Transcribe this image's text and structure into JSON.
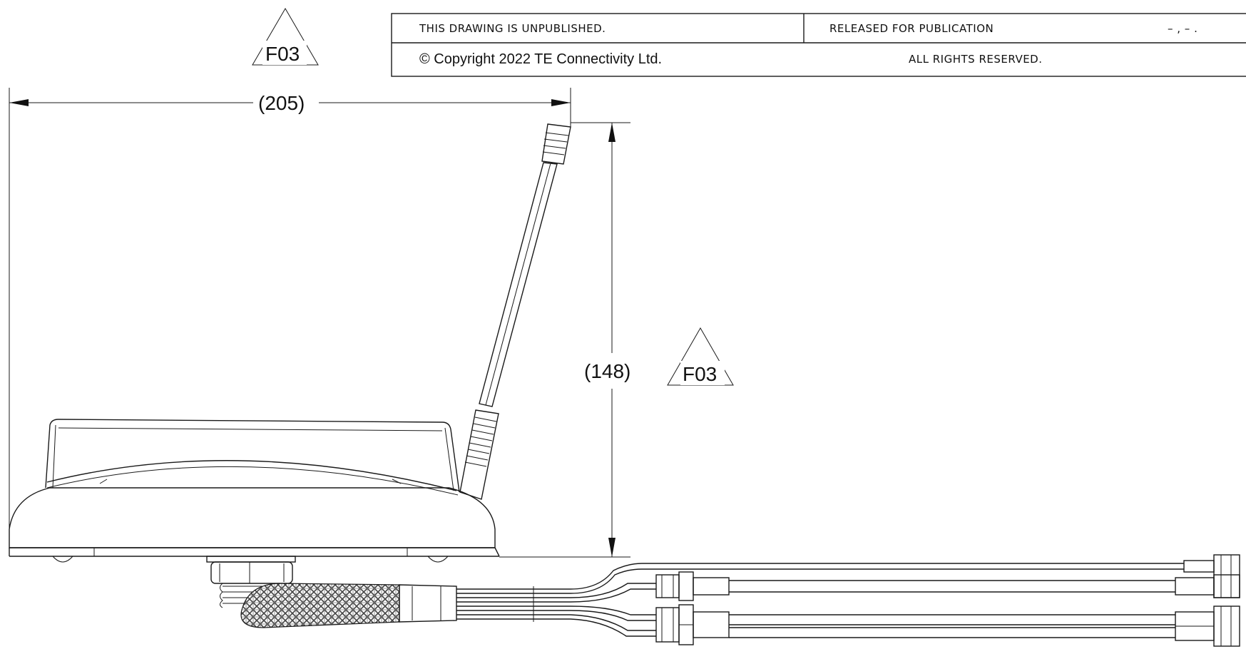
{
  "title_block": {
    "unpublished": "THIS DRAWING IS UNPUBLISHED.",
    "released": "RELEASED FOR PUBLICATION",
    "released_value": "– , –    .",
    "copyright": "© Copyright 2022   TE Connectivity Ltd.",
    "rights": "ALL RIGHTS RESERVED."
  },
  "dimensions": {
    "width_label": "(205)",
    "height_label": "(148)"
  },
  "revision_markers": {
    "top_marker": "F03",
    "side_marker": "F03"
  },
  "colors": {
    "line": "#1a1a1a",
    "background": "#ffffff",
    "braid": "#555555"
  }
}
